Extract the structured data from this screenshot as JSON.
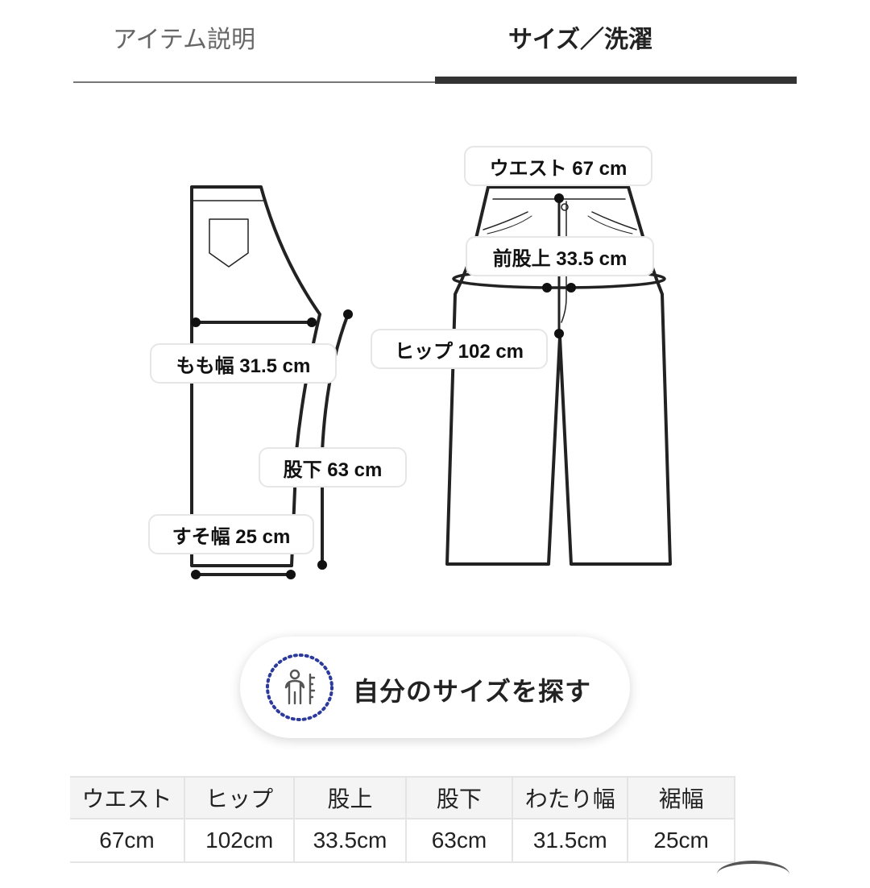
{
  "tabs": [
    {
      "label": "アイテム説明",
      "active": false
    },
    {
      "label": "サイズ／洗濯",
      "active": true
    }
  ],
  "measurements": {
    "waist": "ウエスト 67 cm",
    "front_rise": "前股上 33.5 cm",
    "hip": "ヒップ 102 cm",
    "thigh": "もも幅 31.5 cm",
    "inseam": "股下 63 cm",
    "hem": "すそ幅 25 cm"
  },
  "find_size_button": {
    "label": "自分のサイズを探す",
    "icon": "person-measure-icon"
  },
  "size_table": {
    "headers": [
      "ウエスト",
      "ヒップ",
      "股上",
      "股下",
      "わたり幅",
      "裾幅"
    ],
    "values": [
      "67cm",
      "102cm",
      "33.5cm",
      "63cm",
      "31.5cm",
      "25cm"
    ]
  },
  "colors": {
    "accent_dark": "#333333",
    "icon_dots": "#2c3a9c"
  }
}
